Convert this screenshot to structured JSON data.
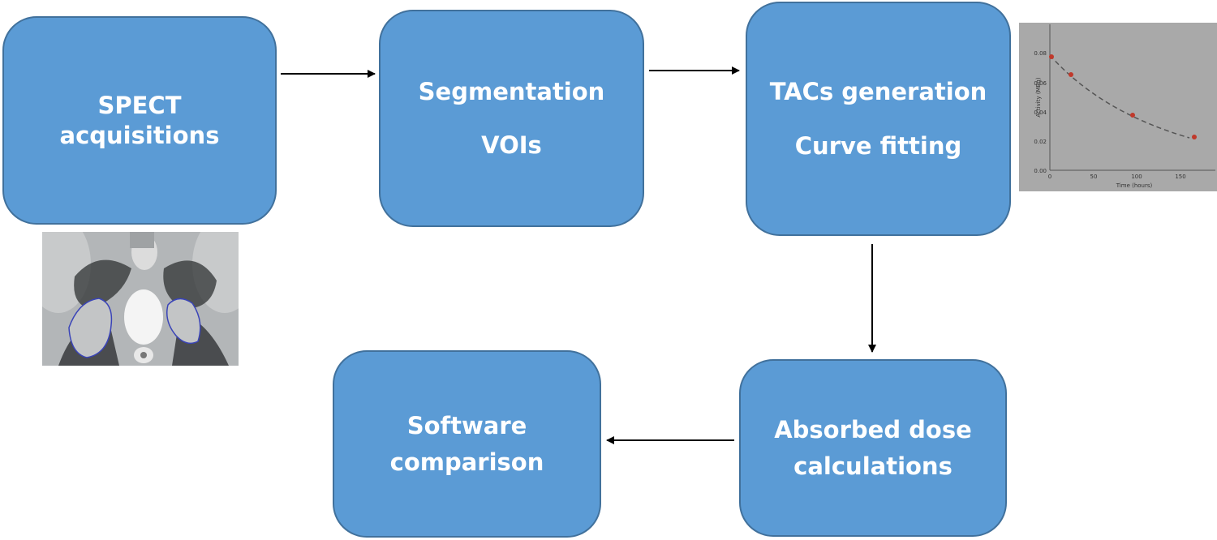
{
  "boxes": {
    "spect": {
      "line1": "SPECT",
      "line2": "acquisitions"
    },
    "segmentation": {
      "line1": "Segmentation",
      "line2": "VOIs"
    },
    "tacs": {
      "line1": "TACs generation",
      "line2": "Curve fitting"
    },
    "dose": {
      "line1": "Absorbed dose",
      "line2": "calculations"
    },
    "software": {
      "line1": "Software",
      "line2": "comparison"
    }
  },
  "plot": {
    "ylabel": "Activity (MBq)",
    "xlabel": "Time (hours)",
    "x_ticks": [
      "0",
      "50",
      "100",
      "150"
    ],
    "y_ticks": [
      "0.00",
      "0.02",
      "0.04",
      "0.06",
      "0.08"
    ]
  },
  "colors": {
    "box_fill": "#5b9bd5",
    "box_border": "#41719c",
    "arrow": "#000000"
  }
}
